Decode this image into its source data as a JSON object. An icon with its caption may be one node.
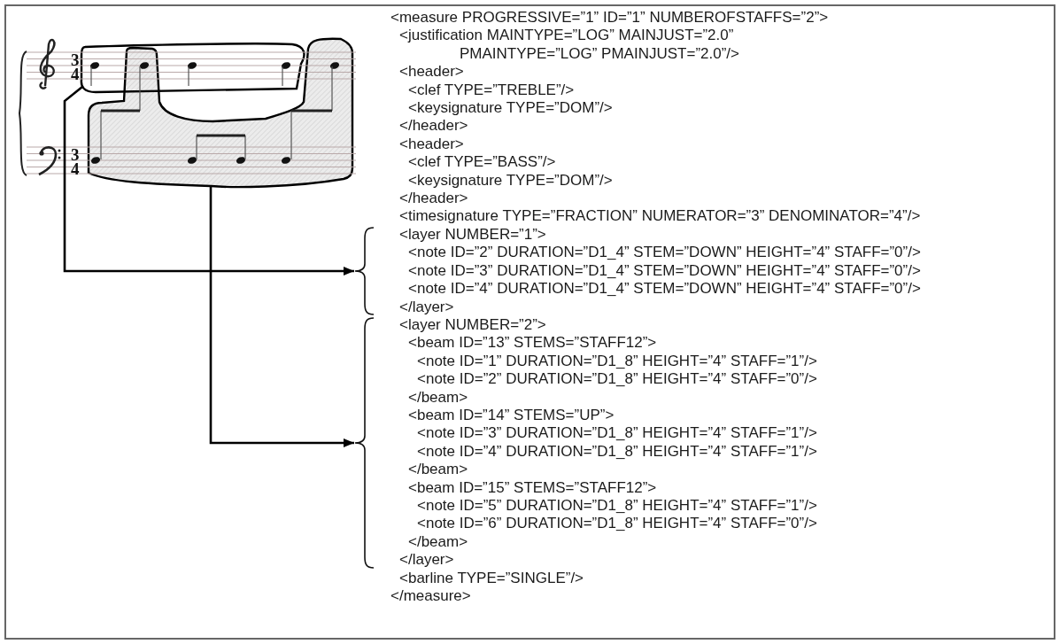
{
  "diagram": {
    "nodes": [
      {
        "text": [],
        "shape": "box"
      },
      {
        "text": [],
        "shape": "box"
      },
      {
        "text": [
          "<layer NUMBER=”1”>",
          "<note ID=”2” DURATION=”D1_4” STEM=”DOWN” HEIGHT=”4” STAFF=”0”/>",
          "<note ID=”3” DURATION=”D1_4” STEM=”DOWN” HEIGHT=”4” STAFF=”0”/>",
          "<note ID=”4” DURATION=”D1_4” STEM=”DOWN” HEIGHT=”4” STAFF=”0”/>",
          "</layer>"
        ]
      },
      {
        "text": [
          "<layer NUMBER=”2”>",
          "<beam ID=”13” STEMS=”STAFF12”>",
          "<note ID=”1” DURATION=”D1_8” HEIGHT=”4” STAFF=”1”/>",
          "<note ID=”2” DURATION=”D1_8” HEIGHT=”4” STAFF=”0”/>",
          "</beam>",
          "<beam ID=”14” STEMS=”UP”>",
          "<note ID=”3” DURATION=”D1_8” HEIGHT=”4” STAFF=”1”/>",
          "<note ID=”4” DURATION=”D1_8” HEIGHT=”4” STAFF=”1”/>",
          "</beam>",
          "<beam ID=”15” STEMS=”STAFF12”>",
          "<note ID=”5” DURATION=”D1_8” HEIGHT=”4” STAFF=”1”/>",
          "<note ID=”6” DURATION=”D1_8” HEIGHT=”4” STAFF=”0”/>",
          "</beam>",
          "</layer>"
        ]
      }
    ],
    "edges": [
      {
        "from": 0,
        "to": 2,
        "arrow": "to"
      },
      {
        "from": 1,
        "to": 3,
        "arrow": "to"
      }
    ],
    "labels": [
      "3",
      "4",
      "3",
      "4",
      "<measure PROGRESSIVE=”1” ID=”1” NUMBEROFSTAFFS=”2”>",
      "<justification MAINTYPE=”LOG” MAINJUST=”2.0” PMAINTYPE=”LOG” PMAINJUST=”2.0”/>",
      "<header>",
      "<clef TYPE=”TREBLE”/>",
      "<keysignature TYPE=”DOM”/>",
      "</header>",
      "<header>",
      "<clef TYPE=”BASS”/>",
      "<keysignature TYPE=”DOM”/>",
      "</header>",
      "<timesignature TYPE=”FRACTION” NUMERATOR=”3” DENOMINATOR=”4”/>",
      "<barline TYPE=”SINGLE”/>",
      "</measure>"
    ]
  }
}
